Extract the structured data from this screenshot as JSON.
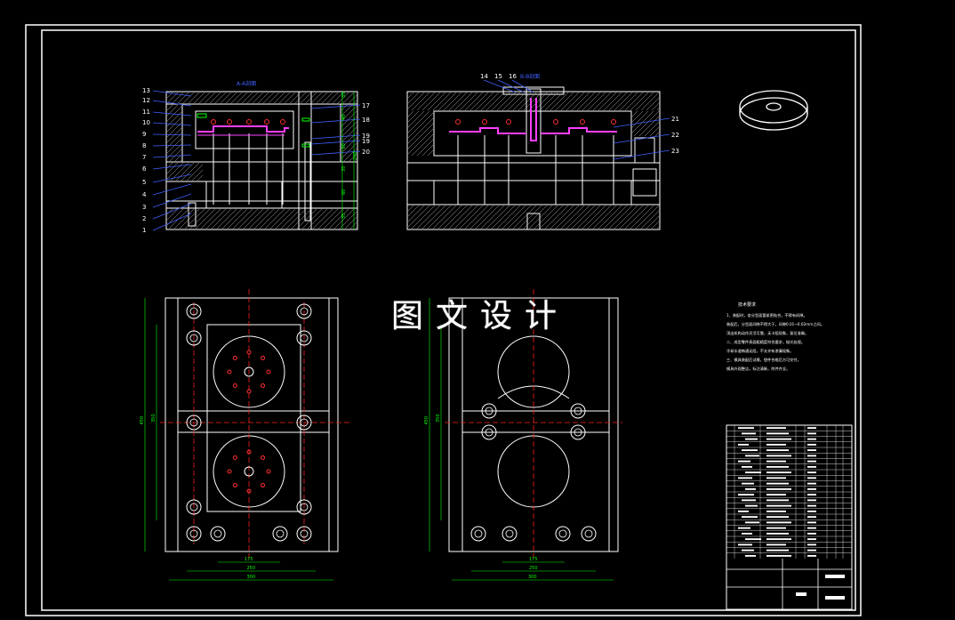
{
  "drawing": {
    "section_a_title": "A-A剖面",
    "section_b_title": "B-B剖面",
    "part_numbers_left": [
      "13",
      "12",
      "11",
      "10",
      "9",
      "8",
      "7",
      "6",
      "5",
      "4",
      "3",
      "2",
      "1"
    ],
    "part_numbers_right_left_view": [
      "17",
      "18",
      "19",
      "19",
      "20"
    ],
    "part_numbers_top_mid": [
      "14",
      "15",
      "16"
    ],
    "part_numbers_right_view": [
      "21",
      "22",
      "23"
    ],
    "dims_vertical_left": [
      "35",
      "40",
      "60",
      "35",
      "60",
      "35"
    ],
    "dim_total_height": "240",
    "dims_plan_left": [
      "175",
      "250",
      "300"
    ],
    "dims_plan_right": [
      "175",
      "250",
      "300"
    ],
    "dims_plan_vertical_left": [
      "450",
      "350"
    ],
    "dims_plan_vertical_right": [
      "450",
      "350"
    ]
  },
  "watermark": "图文设计",
  "notes": {
    "title": "技术要求",
    "lines": [
      "1、装配时，各分型面要紧密贴合，不得有间隙。",
      "装配后，分型面间隙不得大于，间隙0.01~0.02mm之间。",
      "顶出机构动作灵活可靠，无卡阻现象，复位准确。",
      "二、成型零件表面粗糙度符合要求，抛光处理。",
      "冷却水道畅通无阻，不允许有渗漏现象。",
      "三、模具装配后试模，塑件合格后方可交付。",
      "模具外观整洁，标注清晰，附件齐全。"
    ]
  },
  "title_block": {
    "rows": 24
  },
  "colors": {
    "background": "#000000",
    "frame": "#ffffff",
    "outline": "#ffffff",
    "center_line": "#ff2020",
    "dimension": "#00ff00",
    "leader": "#4060ff",
    "cavity": "#ff40ff",
    "holes": "#ff3030",
    "hatch": "#c0c0c0"
  }
}
